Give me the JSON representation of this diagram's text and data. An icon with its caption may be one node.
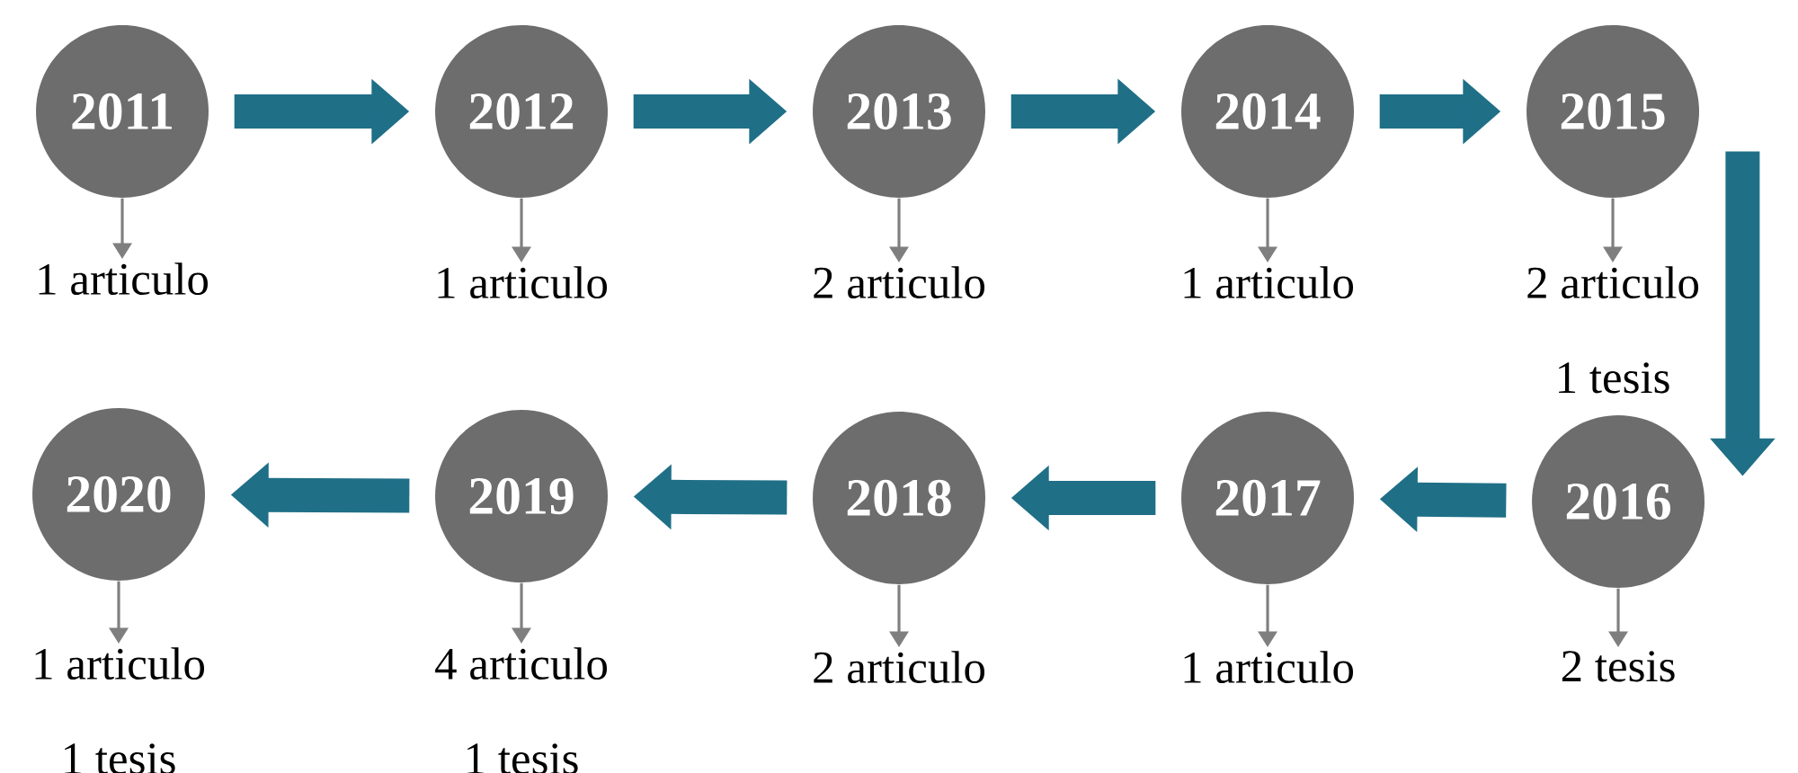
{
  "diagram": {
    "nodes": [
      {
        "text": [
          "2011"
        ]
      },
      {
        "text": [
          "2012"
        ]
      },
      {
        "text": [
          "2013"
        ]
      },
      {
        "text": [
          "2014"
        ]
      },
      {
        "text": [
          "2015"
        ]
      },
      {
        "text": [
          "2016"
        ]
      },
      {
        "text": [
          "2017"
        ]
      },
      {
        "text": [
          "2018"
        ]
      },
      {
        "text": [
          "2019"
        ]
      },
      {
        "text": [
          "2020"
        ]
      },
      {
        "text": [
          "1 articulo"
        ]
      },
      {
        "text": [
          "1 articulo"
        ]
      },
      {
        "text": [
          "2 articulo"
        ]
      },
      {
        "text": [
          "1 articulo"
        ]
      },
      {
        "text": [
          "2 articulo",
          "1 tesis"
        ]
      },
      {
        "text": [
          "2 tesis"
        ]
      },
      {
        "text": [
          "1 articulo"
        ]
      },
      {
        "text": [
          "2 articulo"
        ]
      },
      {
        "text": [
          "4 articulo",
          "1 tesis"
        ]
      },
      {
        "text": [
          "1 articulo",
          "1 tesis"
        ]
      }
    ],
    "edges": [
      {
        "from": 0,
        "to": 1,
        "arrow": "to",
        "style": "thick",
        "color": "#1f6f87"
      },
      {
        "from": 1,
        "to": 2,
        "arrow": "to",
        "style": "thick",
        "color": "#1f6f87"
      },
      {
        "from": 2,
        "to": 3,
        "arrow": "to",
        "style": "thick",
        "color": "#1f6f87"
      },
      {
        "from": 3,
        "to": 4,
        "arrow": "to",
        "style": "thick",
        "color": "#1f6f87"
      },
      {
        "from": 4,
        "to": 5,
        "arrow": "to",
        "style": "thick",
        "color": "#1f6f87"
      },
      {
        "from": 5,
        "to": 6,
        "arrow": "to",
        "style": "thick",
        "color": "#1f6f87"
      },
      {
        "from": 6,
        "to": 7,
        "arrow": "to",
        "style": "thick",
        "color": "#1f6f87"
      },
      {
        "from": 7,
        "to": 8,
        "arrow": "to",
        "style": "thick",
        "color": "#1f6f87"
      },
      {
        "from": 8,
        "to": 9,
        "arrow": "to",
        "style": "thick",
        "color": "#1f6f87"
      },
      {
        "from": 0,
        "to": 10,
        "arrow": "to"
      },
      {
        "from": 1,
        "to": 11,
        "arrow": "to"
      },
      {
        "from": 2,
        "to": 12,
        "arrow": "to"
      },
      {
        "from": 3,
        "to": 13,
        "arrow": "to"
      },
      {
        "from": 4,
        "to": 14,
        "arrow": "to"
      },
      {
        "from": 5,
        "to": 15,
        "arrow": "to"
      },
      {
        "from": 6,
        "to": 16,
        "arrow": "to"
      },
      {
        "from": 7,
        "to": 17,
        "arrow": "to"
      },
      {
        "from": 8,
        "to": 18,
        "arrow": "to"
      },
      {
        "from": 9,
        "to": 19,
        "arrow": "to"
      }
    ]
  }
}
